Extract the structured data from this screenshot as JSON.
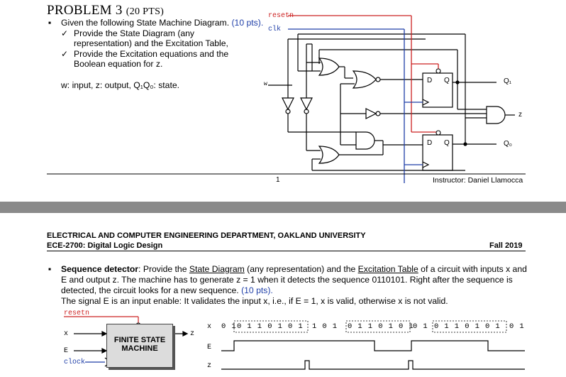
{
  "problem": {
    "title_word": "PROBLEM 3",
    "title_pts": "(20 PTS)",
    "bullet_main": "Given the following State Machine Diagram.",
    "bullet_main_pts": "(10 pts).",
    "check1_line1": "Provide the State Diagram (any",
    "check1_line2": "representation) and the Excitation Table,",
    "check2_line1": "Provide the Excitation equations and the",
    "check2_line2": "Boolean equation for z.",
    "signals": "w: input, z: output, Q₁Q₀: state."
  },
  "circuit": {
    "resetn": "resetn",
    "clk": "clk",
    "w": "w",
    "d1": "D",
    "q1": "Q",
    "d0": "D",
    "q0": "Q",
    "out_q1": "Q₁",
    "out_z": "z",
    "out_q0": "Q₀"
  },
  "footer": {
    "page_number": "1",
    "instructor": "Instructor: Daniel Llamocca"
  },
  "header2": {
    "dept": "ELECTRICAL AND COMPUTER ENGINEERING DEPARTMENT, OAKLAND UNIVERSITY",
    "course": "ECE-2700: Digital Logic Design",
    "term": "Fall 2019"
  },
  "seq": {
    "bold_lead": "Sequence detector",
    "line1_a": ": Provide the ",
    "state_diagram": "State Diagram",
    "line1_b": " (any representation) and the ",
    "excitation_table": "Excitation Table",
    "line1_c": " of a circuit with inputs x and",
    "line2": "E and output z. The machine has to generate z = 1 when it detects the sequence 0110101. Right after the sequence is",
    "line3_a": "detected, the circuit looks for a new sequence.",
    "line3_pts": "(10 pts).",
    "line4": "The signal E is an input enable: It validates the input x, i.e., if E = 1, x is valid, otherwise x is not valid."
  },
  "fsm": {
    "resetn": "resetn",
    "x": "x",
    "e": "E",
    "clock": "clock",
    "z": "z",
    "box_line1": "FINITE STATE",
    "box_line2": "MACHINE"
  },
  "timing": {
    "x_label": "x",
    "e_label": "E",
    "z_label": "z",
    "seq_a": "0 1",
    "seq_b": "0 1 1 0 1 0 1",
    "seq_c": "1 0 1",
    "seq_d": "0 1 1 0 1 0 1",
    "seq_e": "0 1",
    "seq_f": "0 1 1 0 1 0 1",
    "seq_g": "0 1"
  },
  "colors": {
    "blue": "#1f3fa8",
    "red": "#cc2020",
    "separator": "#777777"
  }
}
